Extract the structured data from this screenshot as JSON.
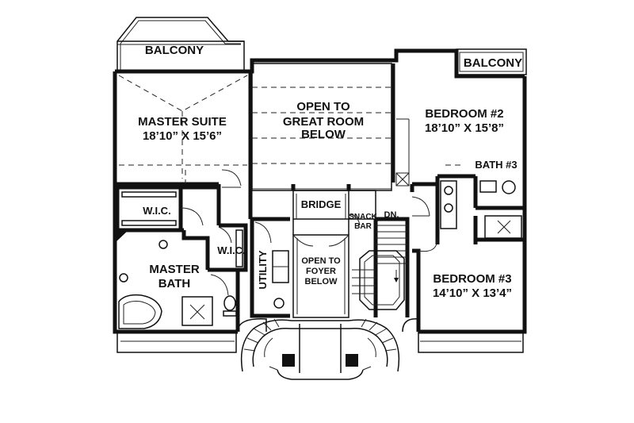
{
  "plan": {
    "rooms": {
      "master_suite": {
        "name": "MASTER SUITE",
        "size": "18’10” X 15’6”"
      },
      "balcony_left": {
        "name": "BALCONY"
      },
      "balcony_right": {
        "name": "BALCONY"
      },
      "open_great_room": {
        "line1": "OPEN TO",
        "line2": "GREAT ROOM",
        "line3": "BELOW"
      },
      "bedroom2": {
        "name": "BEDROOM #2",
        "size": "18’10” X 15’8”"
      },
      "bath3": {
        "name": "BATH #3"
      },
      "wic_left": {
        "name": "W.I.C."
      },
      "wic_right": {
        "name": "W.I.C."
      },
      "bridge": {
        "name": "BRIDGE"
      },
      "snack_bar": {
        "line1": "SNACK",
        "line2": "BAR"
      },
      "down": {
        "name": "DN."
      },
      "master_bath": {
        "line1": "MASTER",
        "line2": "BATH"
      },
      "utility": {
        "name": "UTILITY"
      },
      "open_foyer": {
        "line1": "OPEN TO",
        "line2": "FOYER",
        "line3": "BELOW"
      },
      "bedroom3": {
        "name": "BEDROOM #3",
        "size": "14’10” X 13’4”"
      }
    }
  }
}
